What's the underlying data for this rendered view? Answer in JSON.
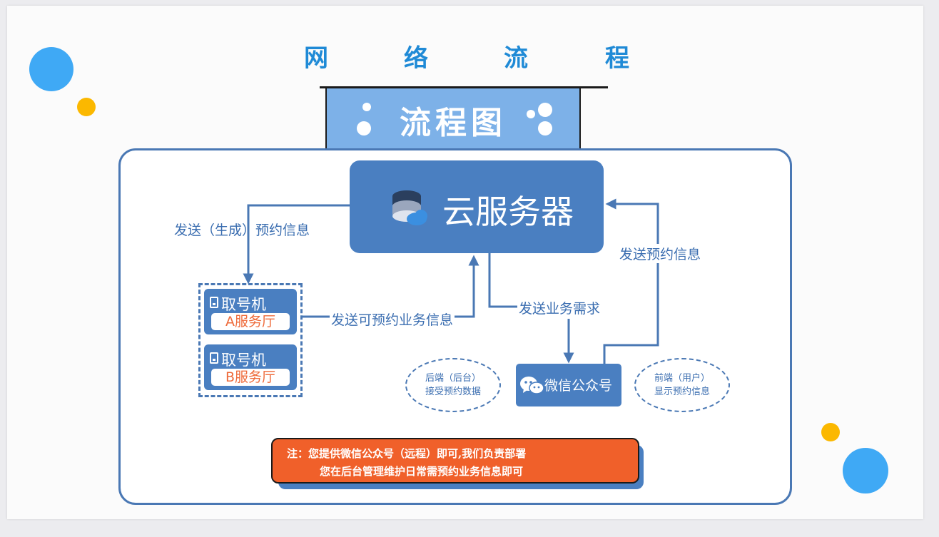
{
  "title": {
    "chars": [
      "网",
      "络",
      "流",
      "程"
    ]
  },
  "banner": {
    "text": "流程图"
  },
  "server": {
    "label": "云服务器",
    "icon": "cloud-database-icon"
  },
  "kiosks": [
    {
      "title": "取号机",
      "hall": "A服务厅"
    },
    {
      "title": "取号机",
      "hall": "B服务厅"
    }
  ],
  "wechat": {
    "label": "微信公众号",
    "icon": "wechat-icon"
  },
  "edges": {
    "server_to_kiosk": "发送（生成）预约信息",
    "kiosk_to_server": "发送可预约业务信息",
    "server_to_wechat": "发送业务需求",
    "wechat_to_server": "发送预约信息"
  },
  "bubbles": {
    "backend": [
      "后端（后台）",
      "接受预约数据"
    ],
    "frontend": [
      "前端（用户）",
      "显示预约信息"
    ]
  },
  "note": {
    "line1": "注：您提供微信公众号（远程）即可,我们负责部署",
    "line2": "您在后台管理维护日常需预约业务信息即可"
  },
  "colors": {
    "title": "#1f8ad6",
    "primary_blue": "#4a7fc1",
    "banner_blue": "#7db1e8",
    "note_orange": "#f0602a",
    "deco_blue": "#3fa9f5",
    "deco_yellow": "#fbb800",
    "hall_text": "#ee6a3a"
  }
}
